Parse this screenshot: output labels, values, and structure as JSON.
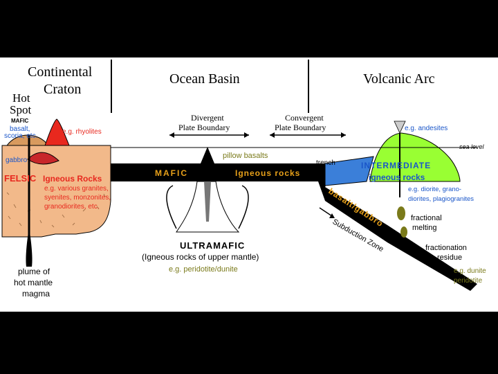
{
  "headers": {
    "continental_craton_line1": "Continental",
    "continental_craton_line2": "Craton",
    "hot_spot_line1": "Hot",
    "hot_spot_line2": "Spot",
    "ocean_basin": "Ocean Basin",
    "volcanic_arc": "Volcanic Arc"
  },
  "boundaries": {
    "divergent_line1": "Divergent",
    "divergent_line2": "Plate Boundary",
    "convergent_line1": "Convergent",
    "convergent_line2": "Plate Boundary"
  },
  "hot_spot_labels": {
    "mafic": "MAFIC",
    "basalt": "basalt,",
    "scoria": "scoria, etc.",
    "rhyolites": "e.g. rhyolites",
    "gabbro": "gabbro",
    "felsic": "FELSIC",
    "igneous_rocks": "Igneous Rocks",
    "examples_line1": "e.g. various granites,",
    "examples_line2": "syenites, monzonites,",
    "examples_line3": "granodiorites, etc.",
    "plume_line1": "plume of",
    "plume_line2": "hot mantle",
    "plume_line3": "magma"
  },
  "ocean_labels": {
    "pillow_basalts": "pillow basalts",
    "mafic": "MAFIC",
    "igneous_rocks": "Igneous rocks",
    "ultramafic": "ULTRAMAFIC",
    "mantle_line": "(Igneous rocks of upper mantle)",
    "peridotite": "e.g. peridotite/dunite"
  },
  "arc_labels": {
    "trench": "trench",
    "sea_level": "sea level",
    "andesites": "e.g. andesites",
    "intermediate": "INTERMEDIATE",
    "igneous_rocks": "igneous rocks",
    "diorite_line1": "e.g. diorite, grano-",
    "diorite_line2": "diorites, plagiogranites",
    "basalt_gabbro": "basalt/gabbro",
    "subduction_zone": "Subduction Zone",
    "fractional_line1": "fractional",
    "fractional_line2": "melting",
    "fractionation_line1": "fractionation",
    "fractionation_line2": "residue",
    "dunite_line1": "e.g. dunite",
    "dunite_line2": "peridotite"
  },
  "colors": {
    "background": "#000000",
    "panel": "#ffffff",
    "continent": "#f2b98a",
    "felsic_red": "#e8281e",
    "arc_green": "#99ff33",
    "label_blue": "#1a56c9",
    "ocean_plate": "#000000",
    "wedge_blue": "#3b7fd9",
    "olive": "#7a7a1a"
  }
}
